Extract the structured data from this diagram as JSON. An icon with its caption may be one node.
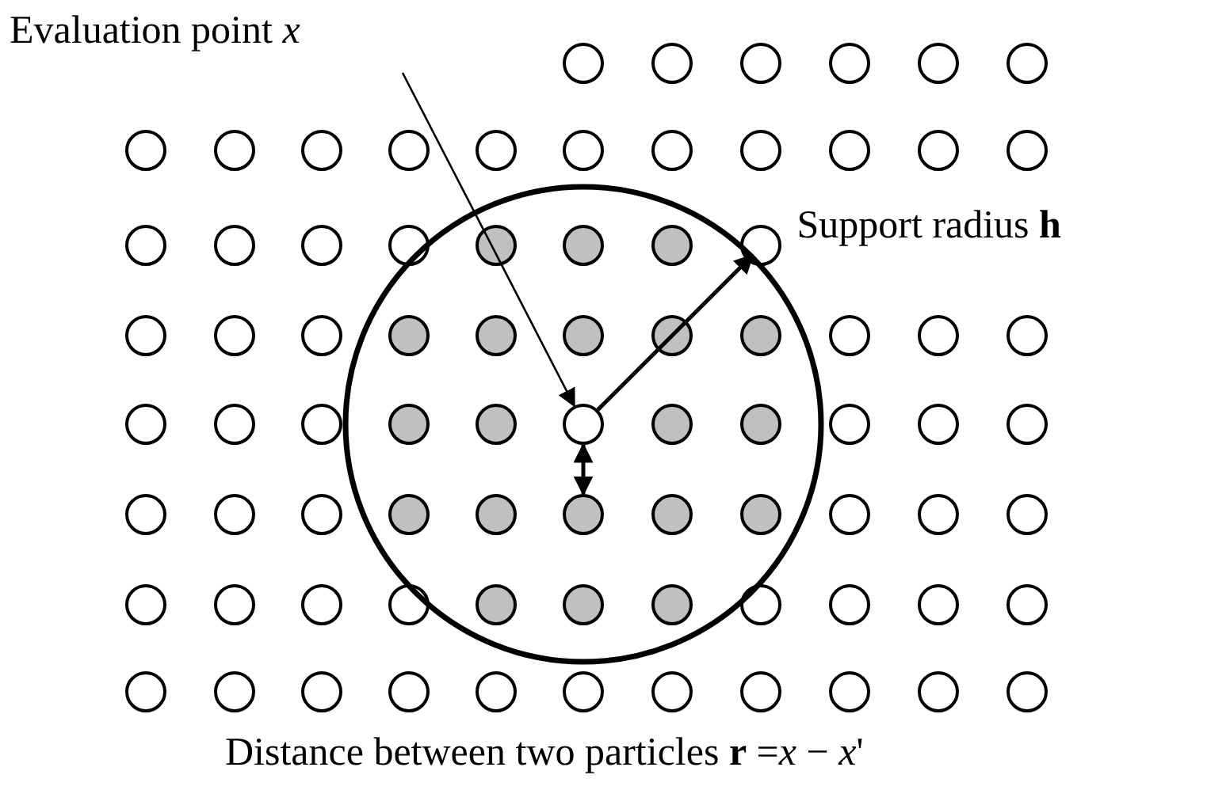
{
  "diagram": {
    "nodes": [
      {
        "text": [
          "Evaluation point *x*"
        ]
      },
      {
        "text": [],
        "shape": "circle",
        "in": 2
      },
      {
        "text": [],
        "shape": "circle"
      },
      {
        "text": [],
        "shape": "circle",
        "in": 2
      }
    ],
    "edges": [
      {
        "from": 0,
        "to": 1,
        "arrow": "to"
      },
      {
        "from": 1,
        "to": 2,
        "arrow": "to",
        "label": "Support radius **h**"
      },
      {
        "from": 1,
        "to": 3,
        "arrow": "both"
      }
    ],
    "labels": [
      "Distance between two particles **r** =*x* − *x*'"
    ]
  }
}
